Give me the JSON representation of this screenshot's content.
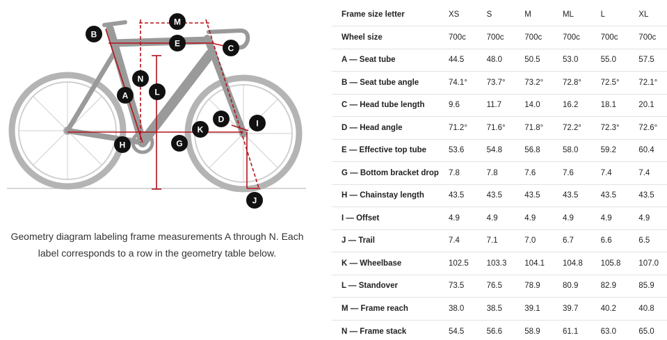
{
  "diagram": {
    "caption": "Geometry diagram labeling frame measurements A through N. Each label corresponds to a row in the geometry table below.",
    "markers": [
      "A",
      "B",
      "C",
      "D",
      "E",
      "G",
      "H",
      "I",
      "J",
      "K",
      "L",
      "M",
      "N"
    ],
    "colors": {
      "accent": "#b3131b",
      "marker_fill": "#111111",
      "frame": "#9a9a9a",
      "wheel": "#b4b4b4"
    }
  },
  "table": {
    "header": {
      "label": "Frame size letter",
      "sizes": [
        "XS",
        "S",
        "M",
        "ML",
        "L",
        "XL"
      ]
    },
    "rows": [
      {
        "label": "Wheel size",
        "values": [
          "700c",
          "700c",
          "700c",
          "700c",
          "700c",
          "700c"
        ]
      },
      {
        "label": "A — Seat tube",
        "values": [
          "44.5",
          "48.0",
          "50.5",
          "53.0",
          "55.0",
          "57.5"
        ]
      },
      {
        "label": "B — Seat tube angle",
        "values": [
          "74.1°",
          "73.7°",
          "73.2°",
          "72.8°",
          "72.5°",
          "72.1°"
        ]
      },
      {
        "label": "C — Head tube length",
        "values": [
          "9.6",
          "11.7",
          "14.0",
          "16.2",
          "18.1",
          "20.1"
        ]
      },
      {
        "label": "D — Head angle",
        "values": [
          "71.2°",
          "71.6°",
          "71.8°",
          "72.2°",
          "72.3°",
          "72.6°"
        ]
      },
      {
        "label": "E — Effective top tube",
        "values": [
          "53.6",
          "54.8",
          "56.8",
          "58.0",
          "59.2",
          "60.4"
        ]
      },
      {
        "label": "G — Bottom bracket drop",
        "values": [
          "7.8",
          "7.8",
          "7.6",
          "7.6",
          "7.4",
          "7.4"
        ]
      },
      {
        "label": "H — Chainstay length",
        "values": [
          "43.5",
          "43.5",
          "43.5",
          "43.5",
          "43.5",
          "43.5"
        ]
      },
      {
        "label": "I — Offset",
        "values": [
          "4.9",
          "4.9",
          "4.9",
          "4.9",
          "4.9",
          "4.9"
        ]
      },
      {
        "label": "J — Trail",
        "values": [
          "7.4",
          "7.1",
          "7.0",
          "6.7",
          "6.6",
          "6.5"
        ]
      },
      {
        "label": "K — Wheelbase",
        "values": [
          "102.5",
          "103.3",
          "104.1",
          "104.8",
          "105.8",
          "107.0"
        ]
      },
      {
        "label": "L — Standover",
        "values": [
          "73.5",
          "76.5",
          "78.9",
          "80.9",
          "82.9",
          "85.9"
        ]
      },
      {
        "label": "M — Frame reach",
        "values": [
          "38.0",
          "38.5",
          "39.1",
          "39.7",
          "40.2",
          "40.8"
        ]
      },
      {
        "label": "N — Frame stack",
        "values": [
          "54.5",
          "56.6",
          "58.9",
          "61.1",
          "63.0",
          "65.0"
        ]
      }
    ]
  }
}
